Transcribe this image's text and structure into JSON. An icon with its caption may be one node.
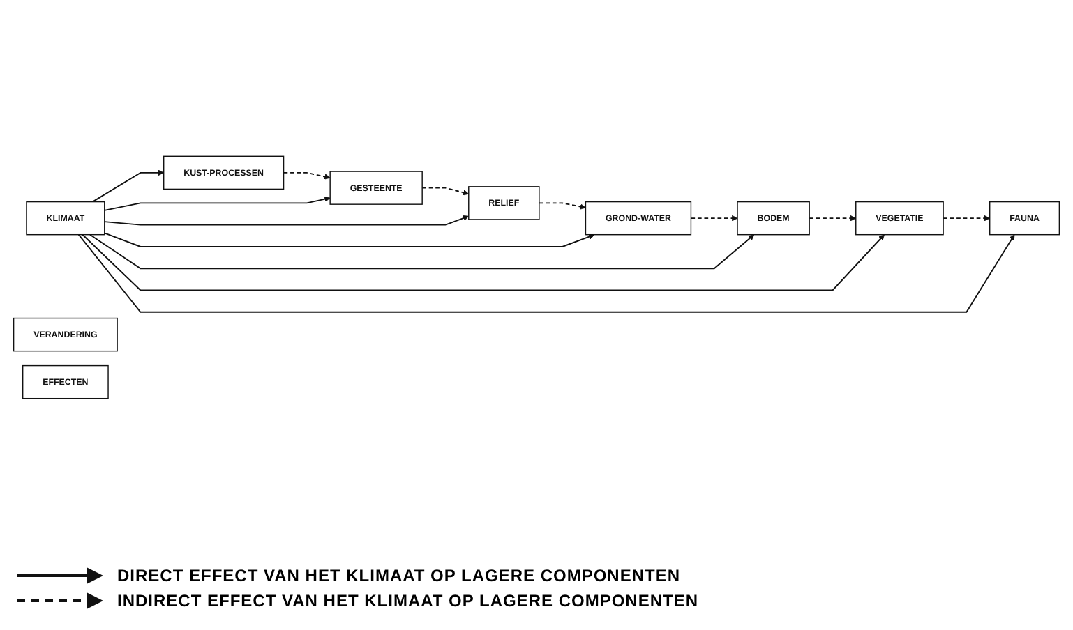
{
  "diagram": {
    "nodes": [
      {
        "text": [
          "VERANDERING"
        ]
      },
      {
        "text": [
          "EFFECTEN"
        ]
      },
      {
        "text": [
          "KLIMAAT"
        ]
      },
      {
        "text": [
          "KUST-PROCESSEN"
        ]
      },
      {
        "text": [
          "GESTEENTE"
        ]
      },
      {
        "text": [
          "RELIEF"
        ]
      },
      {
        "text": [
          "GROND-WATER"
        ]
      },
      {
        "text": [
          "BODEM"
        ]
      },
      {
        "text": [
          "VEGETATIE"
        ]
      },
      {
        "text": [
          "FAUNA"
        ]
      }
    ],
    "edges": [
      {
        "from": 2,
        "to": 3,
        "arrow": "to"
      },
      {
        "from": 3,
        "to": 4,
        "arrow": "to",
        "style": "dashed"
      },
      {
        "from": 2,
        "to": 4,
        "arrow": "to"
      },
      {
        "from": 4,
        "to": 5,
        "arrow": "to",
        "style": "dashed"
      },
      {
        "from": 2,
        "to": 5,
        "arrow": "to"
      },
      {
        "from": 5,
        "to": 6,
        "arrow": "to",
        "style": "dashed"
      },
      {
        "from": 2,
        "to": 6,
        "arrow": "to"
      },
      {
        "from": 6,
        "to": 7,
        "arrow": "to",
        "style": "dashed"
      },
      {
        "from": 2,
        "to": 7,
        "arrow": "to"
      },
      {
        "from": 7,
        "to": 8,
        "arrow": "to",
        "style": "dashed"
      },
      {
        "from": 2,
        "to": 8,
        "arrow": "to"
      },
      {
        "from": 8,
        "to": 9,
        "arrow": "to",
        "style": "dashed"
      },
      {
        "from": 2,
        "to": 9,
        "arrow": "to"
      }
    ],
    "legend": [
      {
        "text": "DIRECT EFFECT VAN HET KLIMAAT OP LAGERE COMPONENTEN"
      },
      {
        "text": "INDIRECT EFFECT VAN HET KLIMAAT OP LAGERE COMPONENTEN"
      }
    ]
  }
}
